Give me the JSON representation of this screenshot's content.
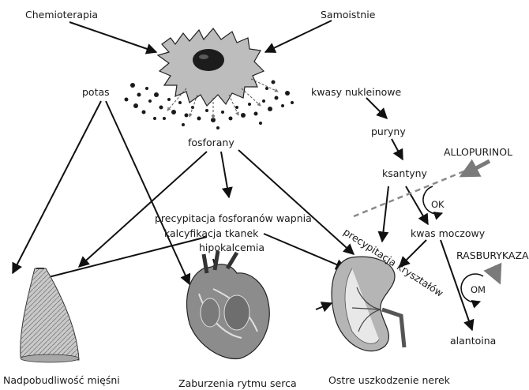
{
  "causes": {
    "chemotherapy": "Chemioterapia",
    "spontaneous": "Samoistnie"
  },
  "released": {
    "potassium": "potas",
    "phosphates": "fosforany",
    "nucleic_acids": "kwasy nukleinowe"
  },
  "purine_path": {
    "purines": "puryny",
    "xanthines": "ksantyny",
    "uric_acid": "kwas moczowy",
    "allantoin": "alantoina"
  },
  "drugs": {
    "allopurinol": "ALLOPURINOL",
    "allopurinol_abbr": "OK",
    "rasburicase": "RASBURYKAZA",
    "rasburicase_abbr": "OM"
  },
  "mechanisms": {
    "line1": "precypitacja fosforanów wapnia",
    "line2": "kalcyfikacja tkanek",
    "line3": "hipokalcemia",
    "crystal_precipitation": "precypitacja kryształów"
  },
  "outcomes": {
    "muscle": "Nadpobudliwość mięśni",
    "heart": "Zaburzenia rytmu serca",
    "kidney": "Ostre uszkodzenie nerek"
  },
  "colors": {
    "line": "#111111",
    "cell": "#bdbdbd",
    "nucleus": "#1c1c1c",
    "drug_arrow": "#7a7a7a",
    "muscle": "#c9c9c9",
    "heart": "#8c8c8c",
    "kidney": "#b5b5b5"
  }
}
